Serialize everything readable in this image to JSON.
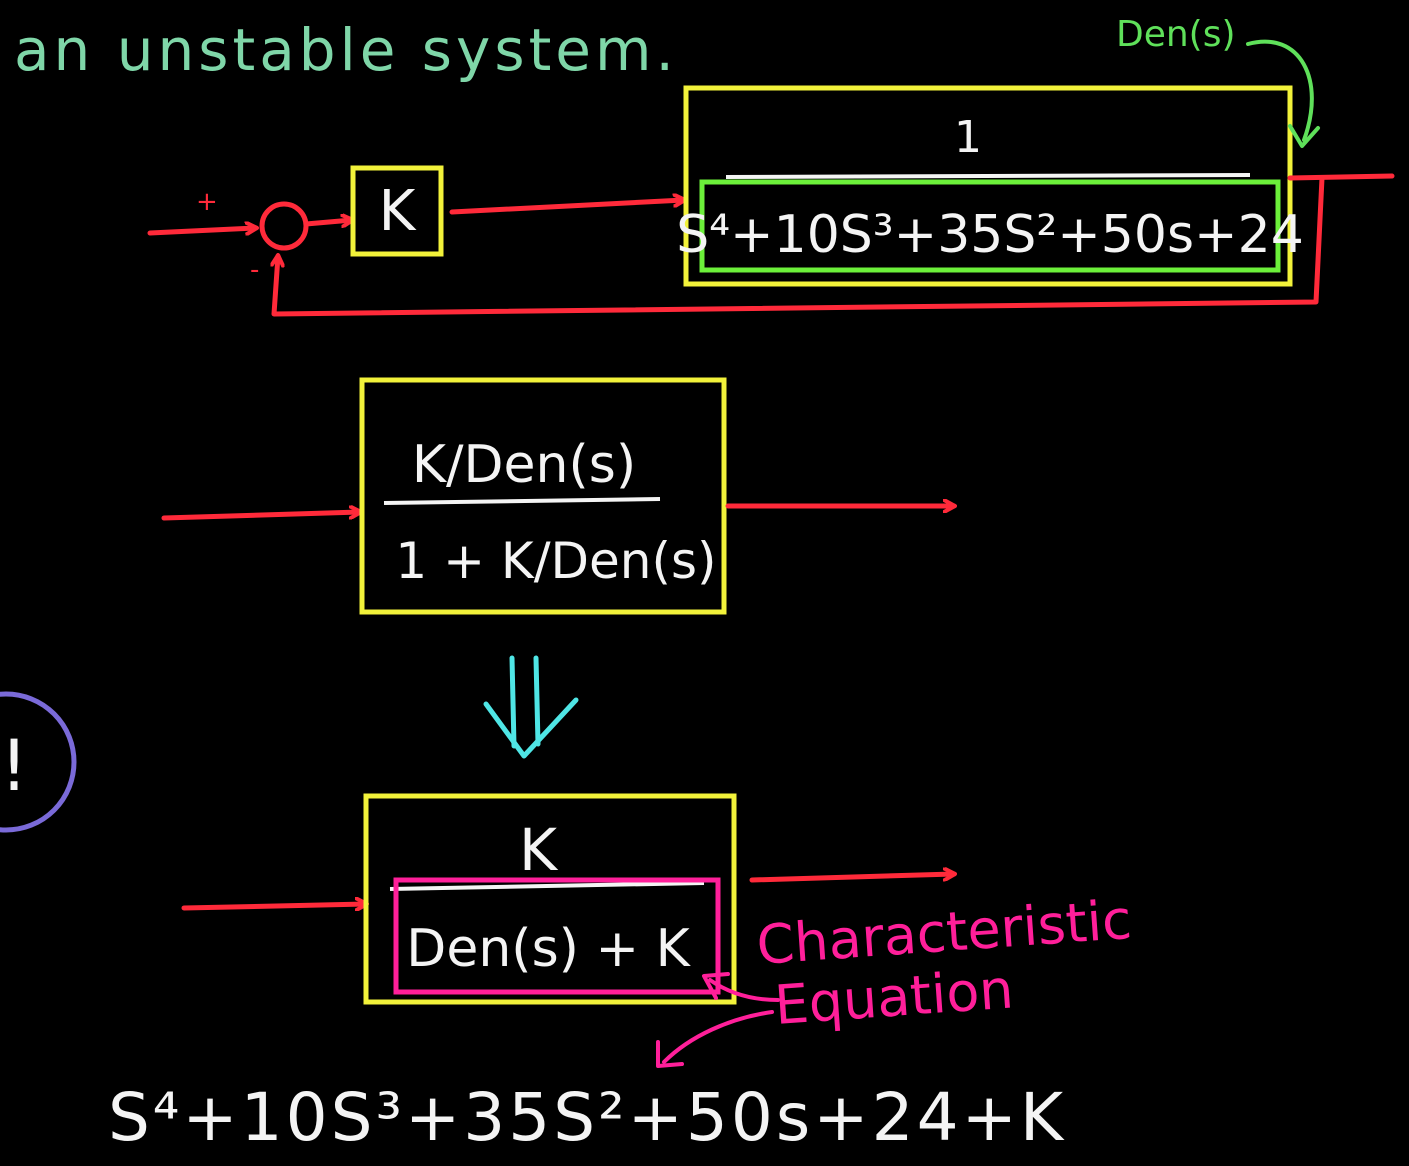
{
  "intro": {
    "text": "an unstable system."
  },
  "colors": {
    "signal": "#ff2a3a",
    "block": "#f2f23a",
    "den_box": "#6cf03a",
    "annotation_green": "#5fe05a",
    "intro_text": "#7fd6a8",
    "white": "#f4f4f4",
    "cyan": "#4fe6e6",
    "magenta": "#ff1f9a",
    "purple": "#7a6ad8"
  },
  "diagram1": {
    "plus_sign": "+",
    "minus_sign": "-",
    "gain_label": "K",
    "plant_numerator": "1",
    "plant_denominator": "S⁴+10S³+35S²+50s+24",
    "den_annotation": "Den(s)"
  },
  "diagram2": {
    "numerator": "K/Den(s)",
    "denominator": "1 + K/Den(s)"
  },
  "diagram3": {
    "numerator": "K",
    "denominator": "Den(s) + K",
    "annotation_line1": "Characteristic",
    "annotation_line2": "Equation"
  },
  "bottom_equation": {
    "text": "S⁴+10S³+35S²+50s+24+K"
  },
  "side_note": {
    "symbol": "!"
  }
}
